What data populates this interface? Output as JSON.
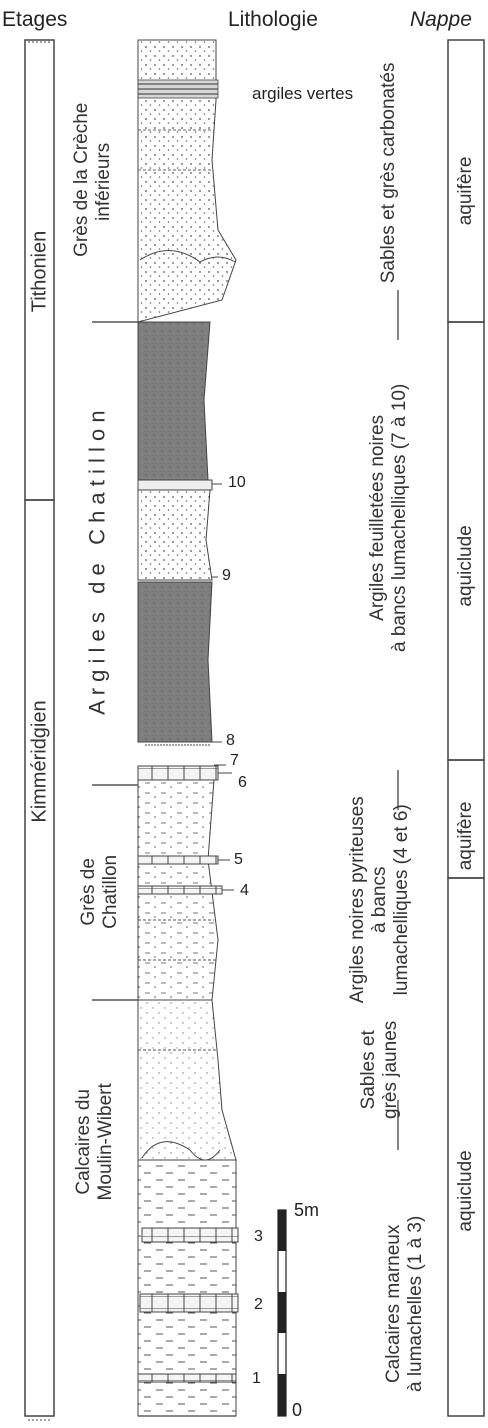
{
  "headers": {
    "etages": "Etages",
    "lithologie": "Lithologie",
    "nappe": "Nappe"
  },
  "stages": {
    "tithonien": "Tithonien",
    "kimmeridgien": "Kimméridgien"
  },
  "formations": {
    "greche": [
      "Grès de la Crèche",
      "inférieurs"
    ],
    "argiles": "A r g i l e s   d e   C h a t i l l o n",
    "gres_chatillon": [
      "Grès de",
      "Chatillon"
    ],
    "calcaires": [
      "Calcaires du",
      "Moulin-Wibert"
    ]
  },
  "lithology": {
    "sables": "Sables et grès carbonatés",
    "argiles_feuilletees": [
      "Argiles feuilletées noires",
      "à bancs lumachelliques (7 à 10)"
    ],
    "argiles_pyriteuses": [
      "Argiles noires pyriteuses",
      "à bancs",
      "lumachelliques (4 et 6)"
    ],
    "sables_jaunes": [
      "Sables et",
      "grès jaunes"
    ],
    "calcaires_marneux": [
      "Calcaires marneux",
      "à lumachelles (1 à 3)"
    ]
  },
  "column_labels": {
    "argiles_vertes": "argiles vertes",
    "b10": "10",
    "b9": "9",
    "b8": "8",
    "b7": "7",
    "b6": "6",
    "b5": "5",
    "b4": "4",
    "b3": "3",
    "b2": "2",
    "b1": "1"
  },
  "scale": {
    "top": "5m",
    "bottom": "0"
  },
  "aquifers": {
    "a1": "aquifère",
    "aq1": "aquiclude",
    "a2": "aquifère",
    "aq2": "aquiclude"
  }
}
